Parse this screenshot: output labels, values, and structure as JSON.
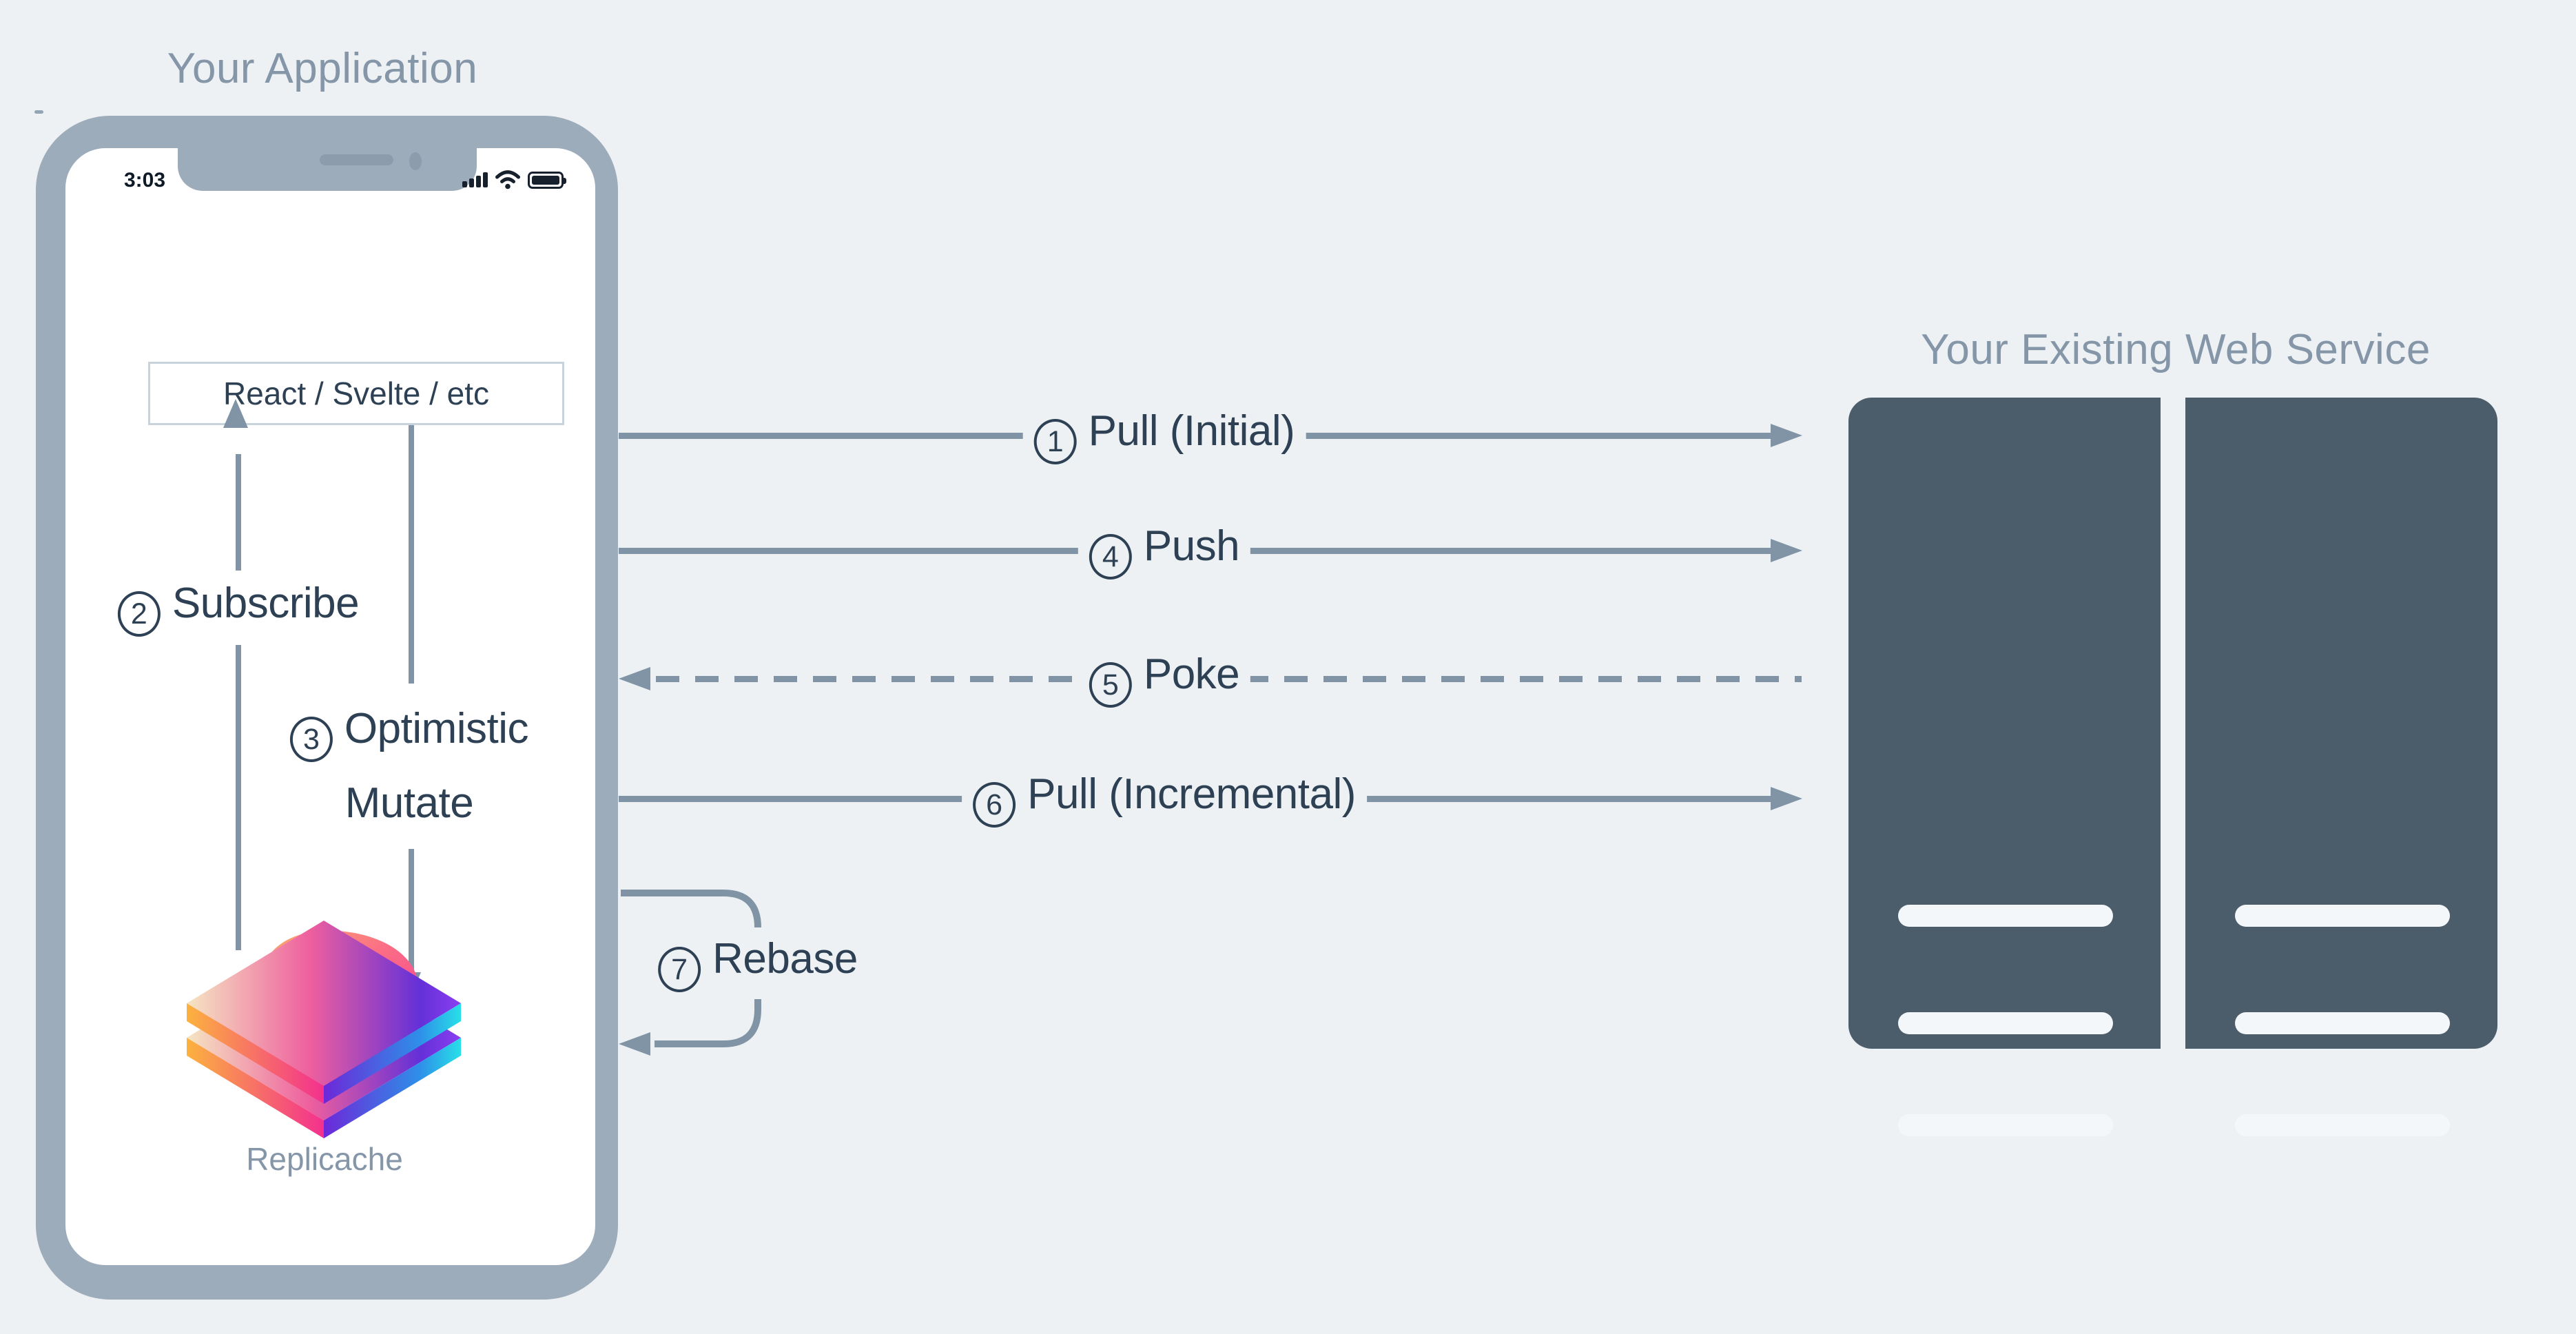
{
  "app": {
    "title": "Your Application",
    "phone": {
      "time": "3:03"
    },
    "framework_box": "React / Svelte / etc",
    "subscribe": {
      "num": "2",
      "label": "Subscribe"
    },
    "mutate": {
      "num": "3",
      "line1": "Optimistic",
      "line2": "Mutate"
    },
    "replicache_label": "Replicache"
  },
  "flows": [
    {
      "num": "1",
      "label": "Pull (Initial)",
      "line": "solid",
      "direction": "to-service"
    },
    {
      "num": "4",
      "label": "Push",
      "line": "solid",
      "direction": "to-service"
    },
    {
      "num": "5",
      "label": "Poke",
      "line": "dashed",
      "direction": "to-app"
    },
    {
      "num": "6",
      "label": "Pull (Incremental)",
      "line": "solid",
      "direction": "to-service"
    },
    {
      "num": "7",
      "label": "Rebase",
      "line": "loop",
      "direction": "self"
    }
  ],
  "service": {
    "title": "Your Existing Web Service"
  },
  "icons": {
    "status_bar": [
      "signal-bars-icon",
      "wifi-icon",
      "battery-icon"
    ],
    "app_logo": "replicache-logo-icon",
    "service": "server-rack-icon"
  },
  "colors": {
    "background": "#edf1f4",
    "phone_bezel": "#9dacba",
    "muted_titles": "#8496a8",
    "arrows": "#8094a6",
    "label_text": "#2e4154",
    "server_rack": "#4b5c6b",
    "logo_gradient": [
      "#f5e6c2",
      "#fb7185",
      "#f0408f",
      "#6d28d9",
      "#22d3ee"
    ]
  }
}
